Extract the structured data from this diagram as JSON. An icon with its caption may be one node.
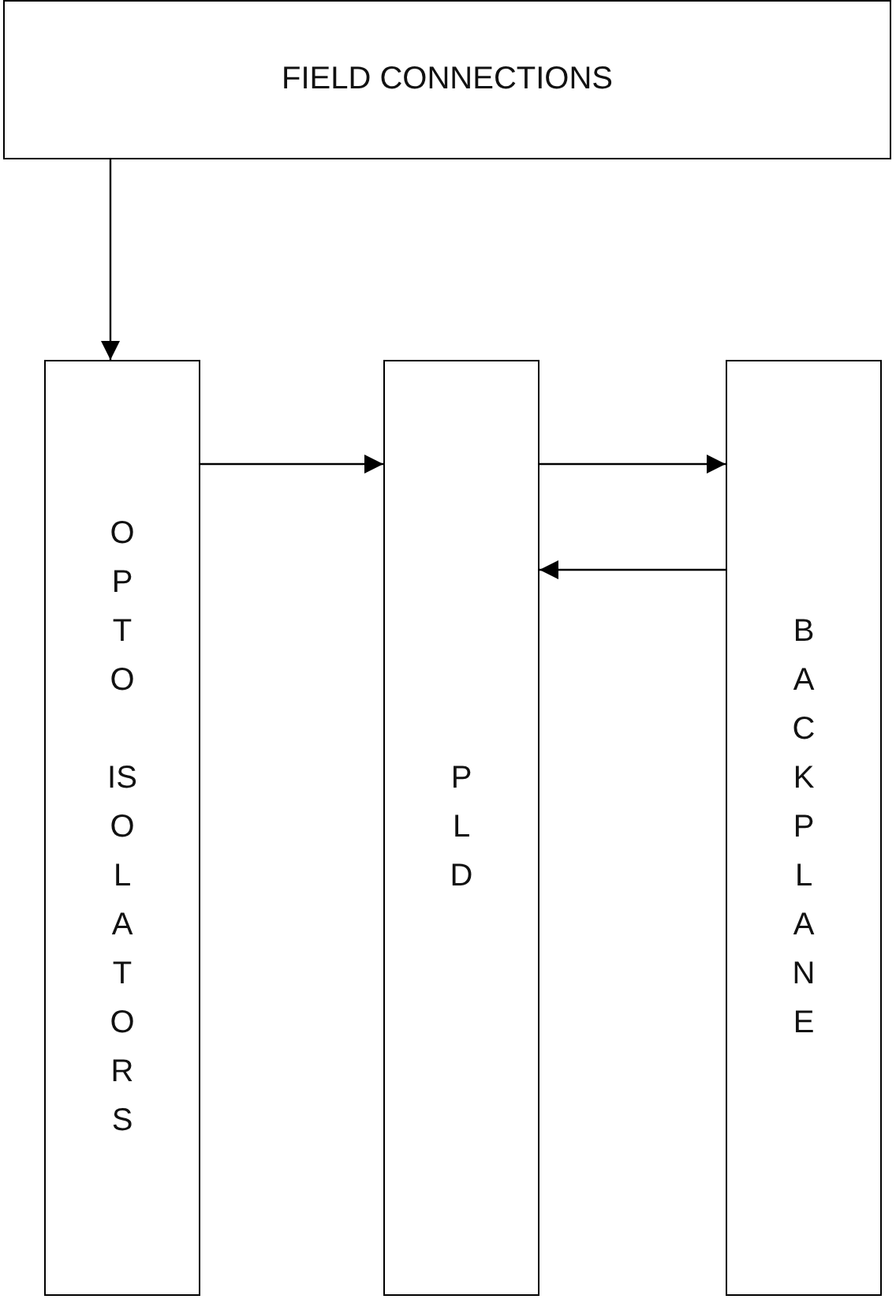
{
  "diagram": {
    "nodes": [
      {
        "text": [
          "FIELD CONNECTIONS"
        ]
      },
      {
        "text": [
          "OPTO ISOLATORS"
        ]
      },
      {
        "text": [
          "PLD"
        ]
      },
      {
        "text": [
          "BACKPLANE"
        ]
      }
    ],
    "edges": [
      {
        "from": 0,
        "to": 1,
        "arrow": "to"
      },
      {
        "from": 1,
        "to": 2,
        "arrow": "to"
      },
      {
        "from": 2,
        "to": 3,
        "arrow": "to"
      },
      {
        "from": 3,
        "to": 2,
        "arrow": "to"
      }
    ]
  }
}
